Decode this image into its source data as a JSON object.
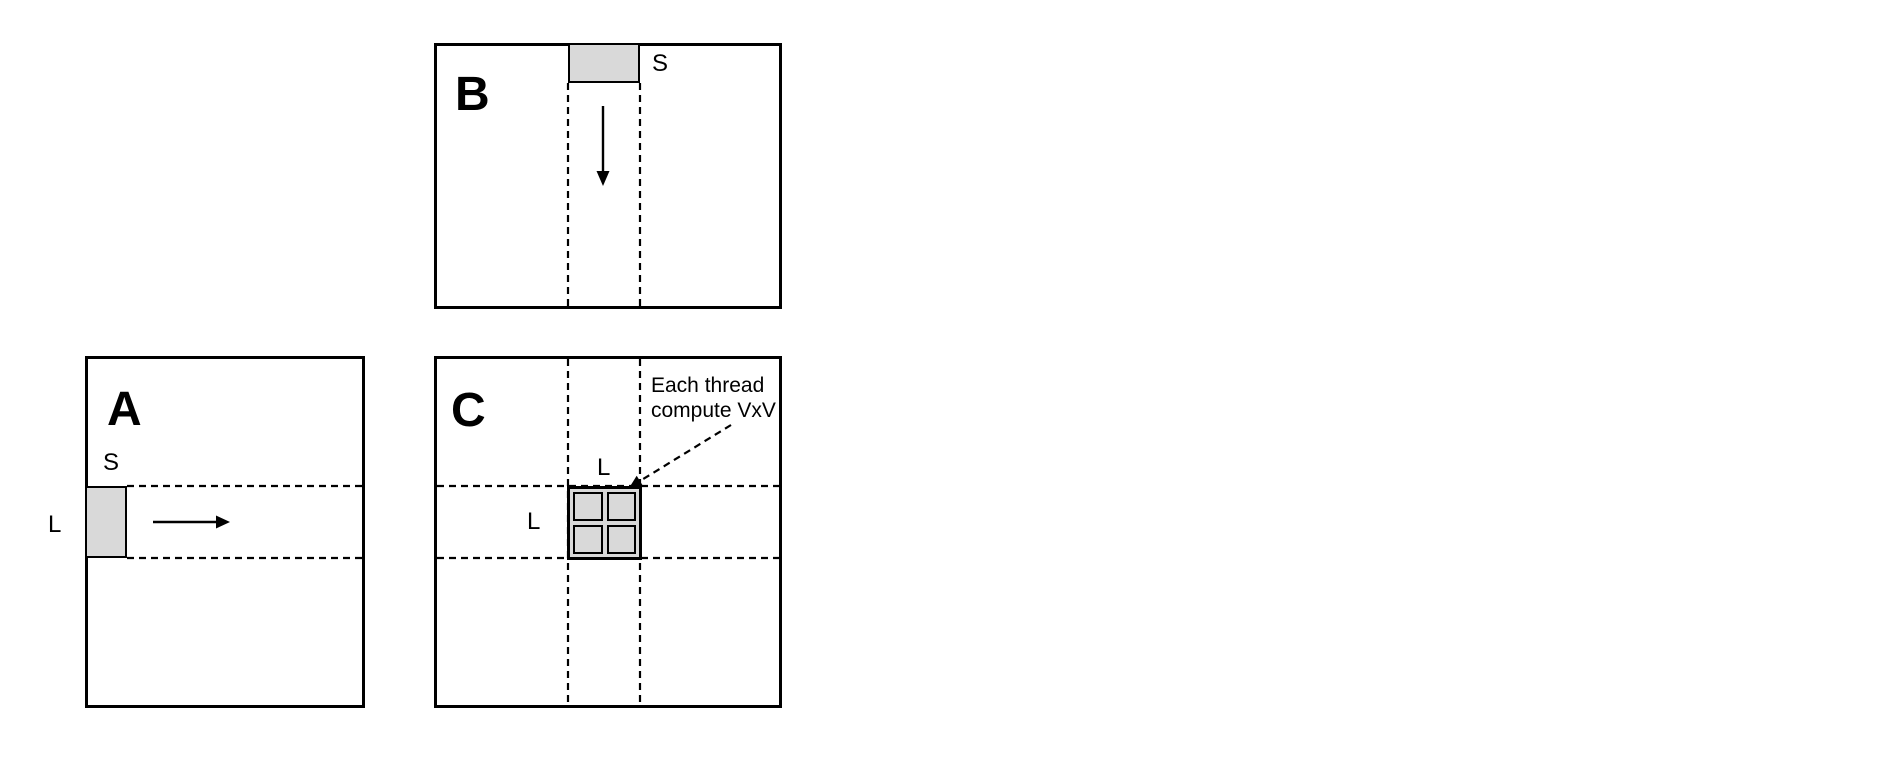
{
  "matrices": {
    "a": {
      "label": "A",
      "tile_width_label": "S",
      "tile_height_label": "L",
      "flow_icon": "right-arrow"
    },
    "b": {
      "label": "B",
      "tile_label": "S",
      "flow_icon": "down-arrow"
    },
    "c": {
      "label": "C",
      "tile_col_label": "L",
      "tile_row_label": "L",
      "annotation": {
        "line1": "Each thread",
        "line2": "compute VxV",
        "pointer_icon": "dashed-arrow"
      },
      "thread_cells": 4
    }
  },
  "colors": {
    "background": "#ffffff",
    "line": "#000000",
    "tile_fill": "#d9d9d9"
  }
}
